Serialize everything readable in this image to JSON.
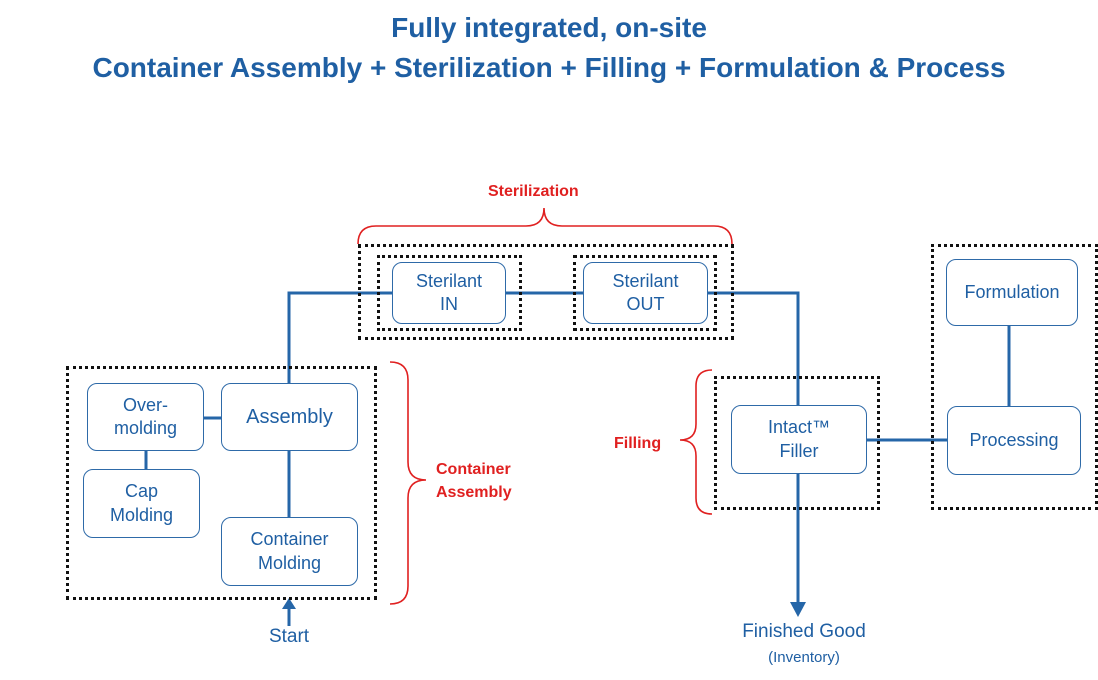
{
  "header": {
    "title_line1": "Fully integrated, on-site",
    "title_line2": "Container Assembly + Sterilization + Filling + Formulation & Process"
  },
  "groups": {
    "sterilization": "Sterilization",
    "container_assembly": "Container\nAssembly",
    "filling": "Filling"
  },
  "nodes": {
    "sterilant_in": "Sterilant\nIN",
    "sterilant_out": "Sterilant\nOUT",
    "overmolding": "Over-\nmolding",
    "assembly": "Assembly",
    "cap_molding": "Cap\nMolding",
    "container_molding": "Container\nMolding",
    "intact_filler": "Intact™\nFiller",
    "formulation": "Formulation",
    "processing": "Processing"
  },
  "labels": {
    "start": "Start",
    "finished_good": "Finished Good",
    "inventory": "(Inventory)"
  },
  "colors": {
    "title": "#1f5fa3",
    "node_border": "#2e6aa8",
    "connector": "#2566a8",
    "group_label": "#e02020",
    "zone_border": "#111111"
  }
}
